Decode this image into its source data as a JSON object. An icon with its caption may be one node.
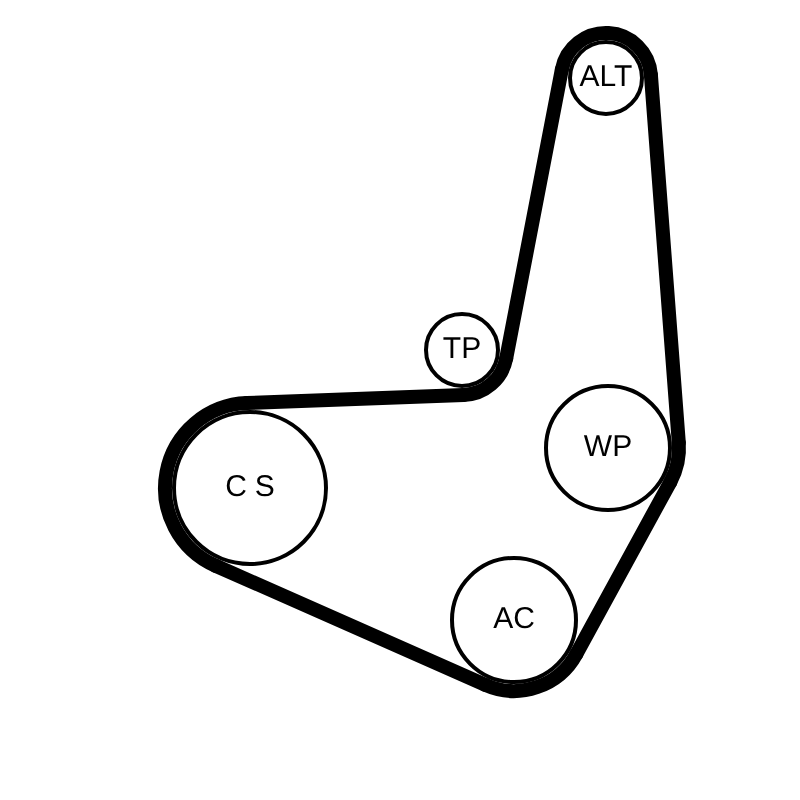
{
  "diagram": {
    "nodes": [
      {
        "text": [
          "ALT"
        ]
      },
      {
        "text": [
          "TP"
        ]
      },
      {
        "text": [
          "WP"
        ]
      },
      {
        "text": [
          "CS"
        ]
      },
      {
        "text": [
          "AC"
        ]
      }
    ],
    "edges": [
      {
        "from": 0,
        "to": 1,
        "arrow": "none"
      },
      {
        "from": 1,
        "to": 3,
        "arrow": "none"
      },
      {
        "from": 3,
        "to": 4,
        "arrow": "none"
      },
      {
        "from": 4,
        "to": 2,
        "arrow": "none"
      },
      {
        "from": 2,
        "to": 0,
        "arrow": "none"
      }
    ]
  }
}
